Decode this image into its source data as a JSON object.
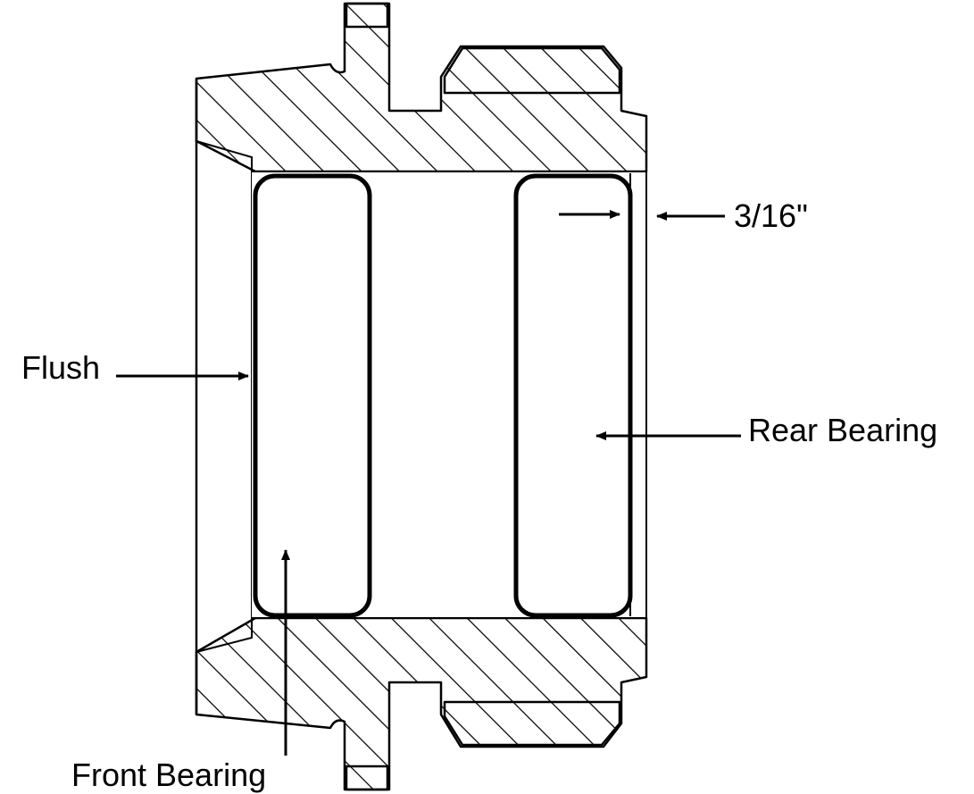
{
  "diagram": {
    "labels": {
      "flush": "Flush",
      "front_bearing": "Front Bearing",
      "rear_bearing": "Rear Bearing",
      "dimension": "3/16\""
    }
  }
}
